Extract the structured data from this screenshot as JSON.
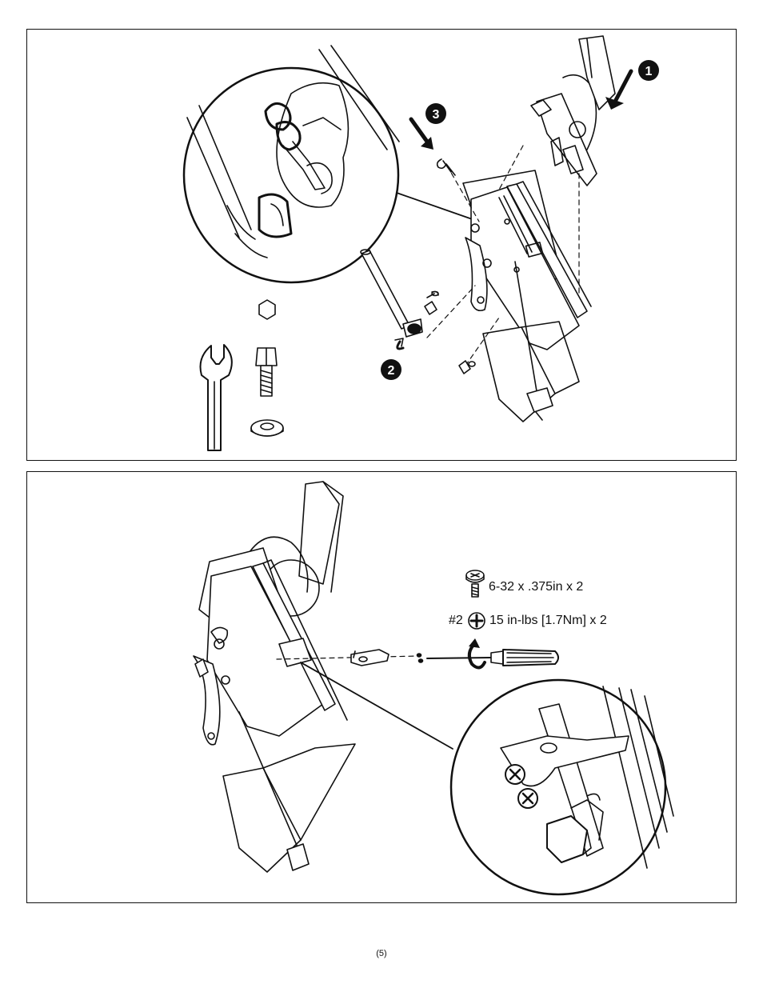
{
  "panel1": {
    "steps": [
      "1",
      "2",
      "3"
    ]
  },
  "panel2": {
    "screw_spec": "6-32 x .375in x 2",
    "driver_bit": "#2",
    "torque_spec": "15 in-lbs [1.7Nm] x 2"
  },
  "page": {
    "number": "(5)"
  }
}
